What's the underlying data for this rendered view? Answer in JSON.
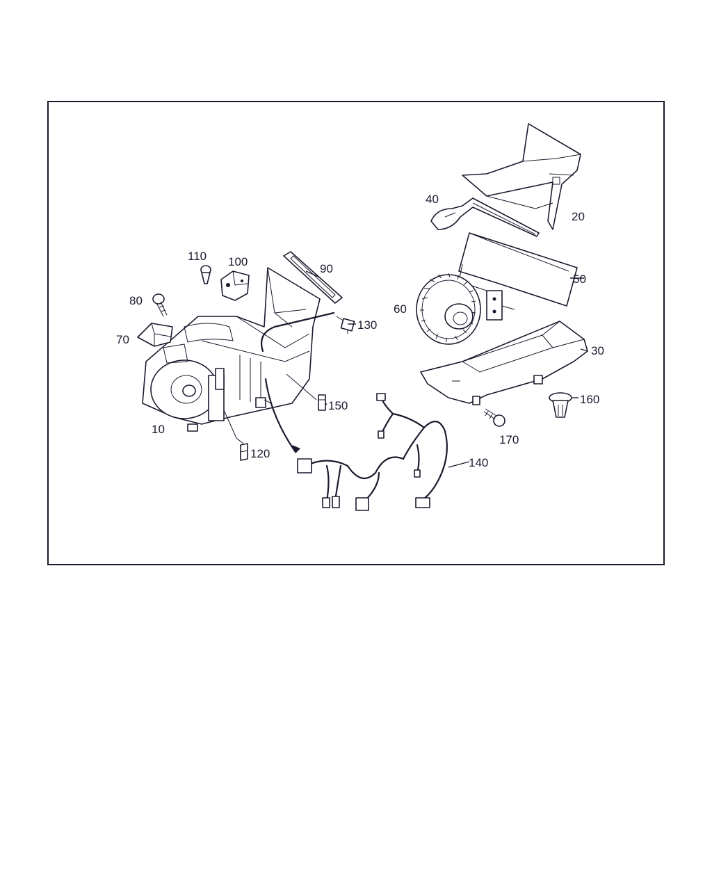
{
  "callouts": {
    "c10": "10",
    "c20": "20",
    "c30": "30",
    "c40": "40",
    "c50": "50",
    "c60": "60",
    "c70": "70",
    "c80": "80",
    "c90": "90",
    "c100": "100",
    "c110": "110",
    "c120": "120",
    "c130": "130",
    "c140": "140",
    "c150": "150",
    "c160": "160",
    "c170": "170"
  },
  "colors": {
    "ink": "#1a1a2e",
    "paper": "#ffffff"
  }
}
